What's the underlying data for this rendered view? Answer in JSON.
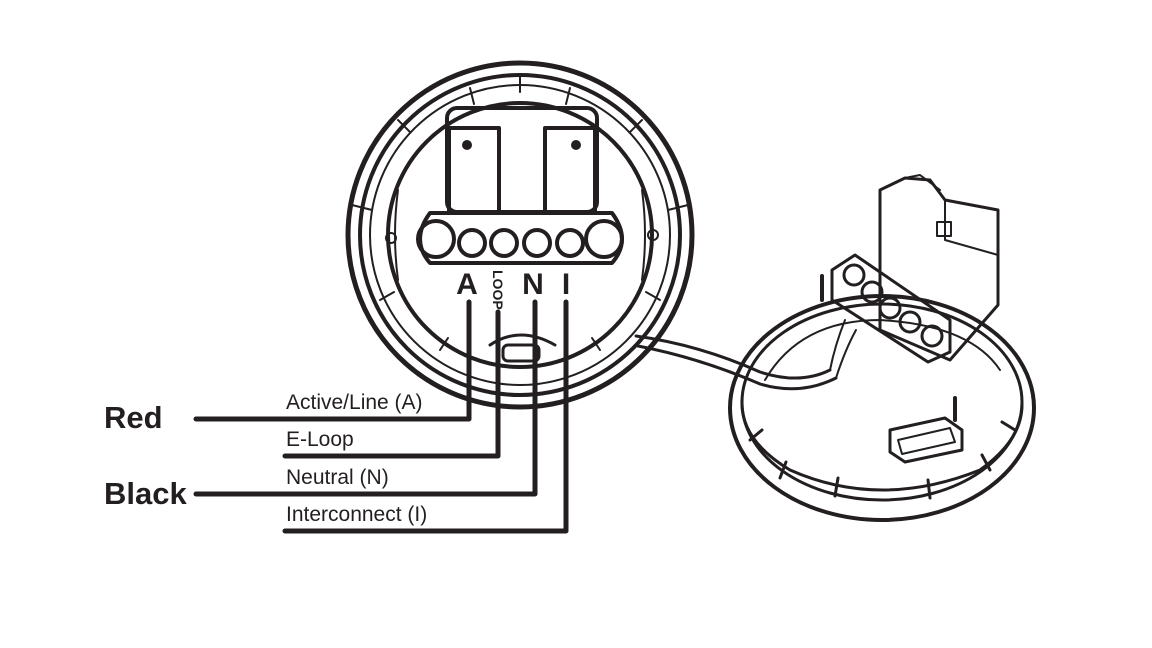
{
  "labels": {
    "red": "Red",
    "black": "Black"
  },
  "wires": [
    {
      "label": "Active/Line (A)"
    },
    {
      "label": "E-Loop"
    },
    {
      "label": "Neutral (N)"
    },
    {
      "label": "Interconnect (I)"
    }
  ],
  "terminals": {
    "a": "A",
    "loop": "LOOP",
    "n": "N",
    "i": "I"
  },
  "colors": {
    "ink": "#231f20",
    "background": "#ffffff"
  }
}
